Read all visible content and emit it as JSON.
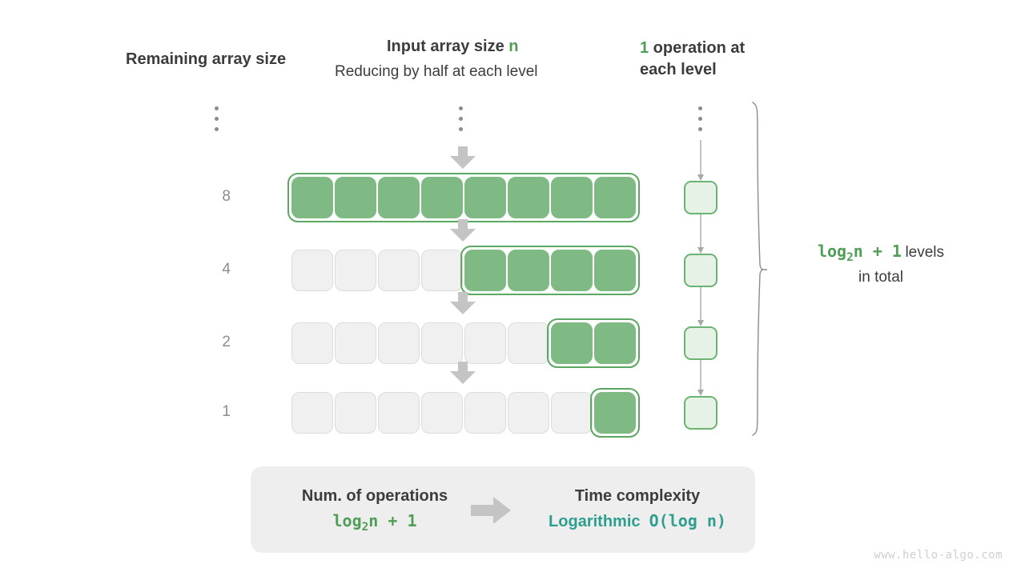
{
  "headers": {
    "left": "Remaining array size",
    "middle_title_prefix": "Input array size ",
    "middle_title_var": "n",
    "middle_subtitle": "Reducing by half at each level",
    "right_count": "1",
    "right_text_line1": " operation at",
    "right_text_line2": "each level"
  },
  "rows": [
    {
      "label": "8",
      "total_cells": 8,
      "filled_from": 0
    },
    {
      "label": "4",
      "total_cells": 8,
      "filled_from": 4
    },
    {
      "label": "2",
      "total_cells": 8,
      "filled_from": 6
    },
    {
      "label": "1",
      "total_cells": 8,
      "filled_from": 7
    }
  ],
  "ellipsis": {
    "dots": 3,
    "columns": [
      "remaining-size",
      "array",
      "operations"
    ]
  },
  "levels_note": {
    "formula_prefix": "log",
    "formula_sub": "2",
    "formula_suffix": "n + 1",
    "label": "levels",
    "label_line2": "in total"
  },
  "summary": {
    "left_title": "Num. of operations",
    "left_value_prefix": "log",
    "left_value_sub": "2",
    "left_value_suffix": "n + 1",
    "right_title": "Time complexity",
    "right_value_word": "Logarithmic",
    "right_value_notation": "O(log n)"
  },
  "watermark": "www.hello-algo.com",
  "colors": {
    "cell_filled": "#7fba84",
    "cell_empty": "#f0f0f0",
    "cell_empty_border": "#dcdcdc",
    "group_outline": "#5aa862",
    "accent_green": "#4f9e57",
    "op_box_fill": "#e6f2e6",
    "op_box_border": "#6bb372",
    "teal": "#2e9e8f",
    "arrow_grey": "#c4c4c4",
    "thin_arrow_grey": "#a8a8a8",
    "text_dark": "#3c3c3c",
    "text_muted": "#8c8c8c",
    "panel_bg": "#eeeeee",
    "watermark": "#cfcfcf"
  }
}
